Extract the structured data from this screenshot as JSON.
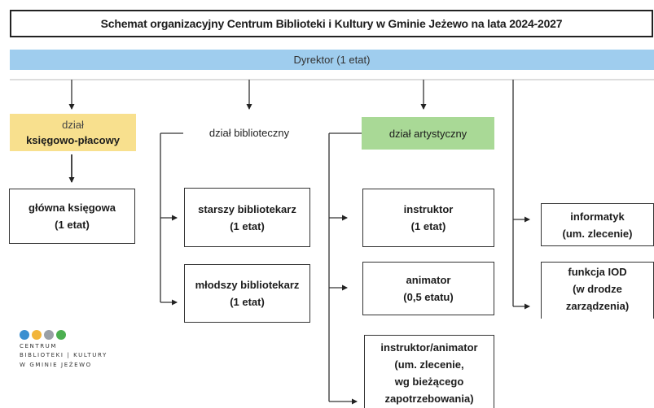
{
  "title": "Schemat organizacyjny Centrum Biblioteki i Kultury w Gminie Jeżewo na lata 2024-2027",
  "director": "Dyrektor (1 etat)",
  "departments": {
    "accounting": {
      "line1": "dział",
      "line2": "księgowo-płacowy",
      "color": "#f8e08e"
    },
    "library": {
      "label": "dział biblioteczny"
    },
    "artistic": {
      "label": "dział artystyczny",
      "color": "#a9d996"
    }
  },
  "positions": {
    "chief_accountant": {
      "line1": "główna księgowa",
      "line2": "(1 etat)"
    },
    "senior_librarian": {
      "line1": "starszy bibliotekarz",
      "line2": "(1 etat)"
    },
    "junior_librarian": {
      "line1": "młodszy bibliotekarz",
      "line2": "(1 etat)"
    },
    "instructor": {
      "line1": "instruktor",
      "line2": "(1 etat)"
    },
    "animator": {
      "line1": "animator",
      "line2": "(0,5 etatu)"
    },
    "instructor_animator": {
      "line1": "instruktor/animator",
      "line2": "(um. zlecenie,",
      "line3": "wg bieżącego",
      "line4": "zapotrzebowania)"
    },
    "it_specialist": {
      "line1": "informatyk",
      "line2": "(um. zlecenie)"
    },
    "iod": {
      "line1": "funkcja IOD",
      "line2": "(w drodze",
      "line3": "zarządzenia)"
    }
  },
  "logo": {
    "line1": "CENTRUM",
    "line2": "BIBLIOTEKI | KULTURY",
    "line3": "W GMINIE JEŻEWO",
    "dot_colors": [
      "#3a8fd0",
      "#f2b53a",
      "#9aa0a6",
      "#4caf50"
    ]
  }
}
